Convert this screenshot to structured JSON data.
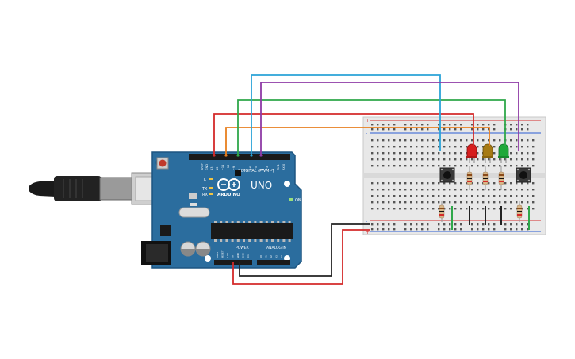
{
  "board": {
    "aref": "AREF",
    "gnd": "GND",
    "digital_label": "DIGITAL (PWM~)",
    "digital_pins": [
      "13",
      "12",
      "~11",
      "~10",
      "~9",
      "8",
      "7",
      "~6",
      "~5",
      "4",
      "~3",
      "2",
      "TX 1",
      "RX 0"
    ],
    "brand": "ARDUINO",
    "model": "UNO",
    "on_label": "ON",
    "l_label": "L",
    "tx_label": "TX",
    "rx_label": "RX",
    "power_label": "POWER",
    "analog_label": "ANALOG IN",
    "power_pins": [
      "IOREF",
      "RESET",
      "3.3V",
      "5V",
      "GND",
      "GND",
      "Vin"
    ],
    "analog_pins": [
      "A0",
      "A1",
      "A2",
      "A3",
      "A4",
      "A5"
    ]
  },
  "breadboard": {
    "rail_plus": "+",
    "rail_minus": "-"
  },
  "colors": {
    "board_blue": "#2b6d9e",
    "wire_red": "#d42a2a",
    "wire_orange": "#e87f1e",
    "wire_green": "#2fa84a",
    "wire_blue": "#2aa3d8",
    "wire_purple": "#8e3aa6",
    "wire_black": "#222222",
    "led_red": "#d61f1f",
    "led_yellow": "#a67a14",
    "led_green": "#1fa83a"
  }
}
